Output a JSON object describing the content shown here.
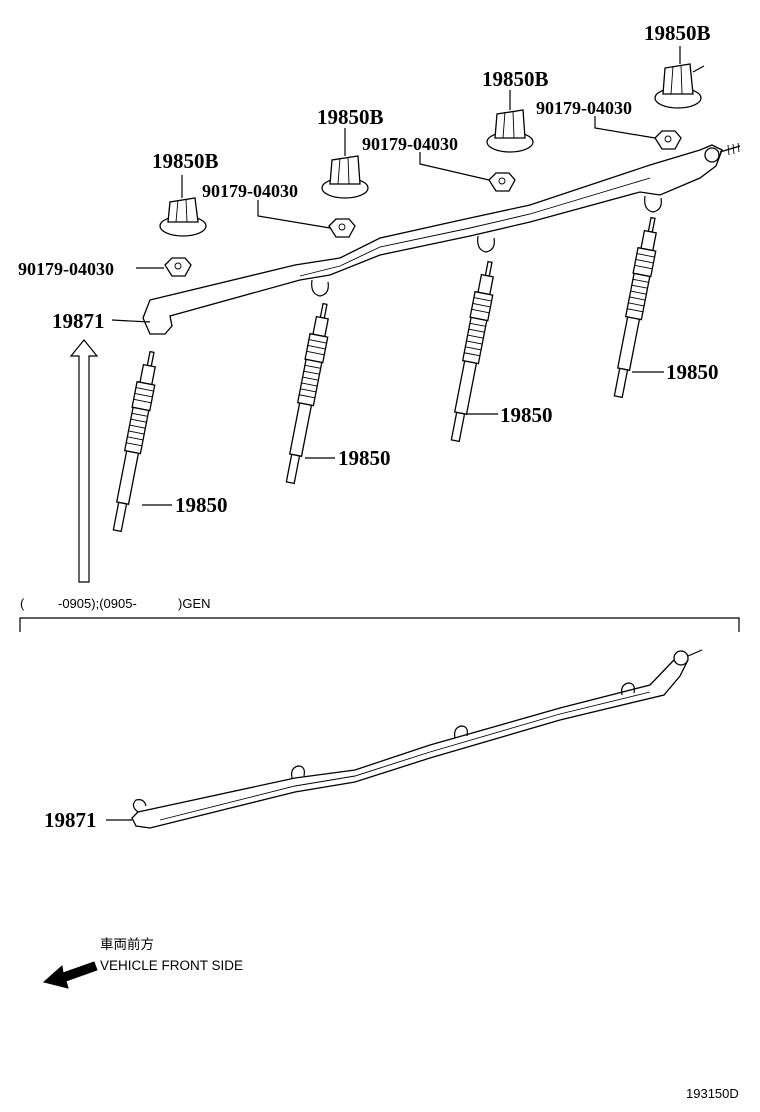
{
  "labels": {
    "cap_1": "19850B",
    "cap_2": "19850B",
    "cap_3": "19850B",
    "cap_4": "19850B",
    "nut_1": "90179-04030",
    "nut_2": "90179-04030",
    "nut_3": "90179-04030",
    "nut_4": "90179-04030",
    "bar_upper": "19871",
    "bar_lower": "19871",
    "plug_1": "19850",
    "plug_2": "19850",
    "plug_3": "19850",
    "plug_4": "19850"
  },
  "applicability_note": {
    "open": "(",
    "first": "-0905);(0905-",
    "last": ")GEN"
  },
  "direction": {
    "japanese": "車両前方",
    "english": "VEHICLE FRONT SIDE"
  },
  "figure_id": "193150D"
}
